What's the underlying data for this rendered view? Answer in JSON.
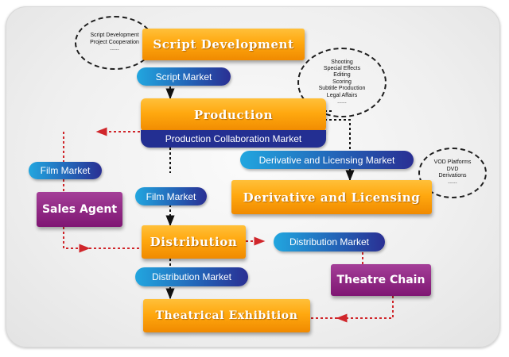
{
  "stages": {
    "script_development": "Script Development",
    "production": "Production",
    "derivative_licensing": "Derivative and Licensing",
    "distribution": "Distribution",
    "theatrical_exhibition": "Theatrical Exhibition"
  },
  "agents": {
    "sales_agent": "Sales Agent",
    "theatre_chain": "Theatre Chain"
  },
  "markets": {
    "script_market": "Script Market",
    "production_collaboration_market": "Production Collaboration Market",
    "derivative_licensing_market": "Derivative and Licensing Market",
    "film_market_left": "Film Market",
    "film_market_center": "Film Market",
    "distribution_market_right": "Distribution Market",
    "distribution_market_lower": "Distribution Market"
  },
  "notes": {
    "script": [
      "Script Development",
      "Project Cooperation",
      "......"
    ],
    "production": [
      "Shooting",
      "Special Effects",
      "Editing",
      "Scoring",
      "Subtitle Production",
      "Legal Affairs",
      "......"
    ],
    "derivative": [
      "VOD Platforms",
      "DVD",
      "Derivations",
      "......"
    ]
  },
  "colors": {
    "stage": "#ffa80f",
    "agent": "#7f1673",
    "market": "#2365b8",
    "main_flow": "#111111",
    "side_flow": "#d0262b"
  }
}
